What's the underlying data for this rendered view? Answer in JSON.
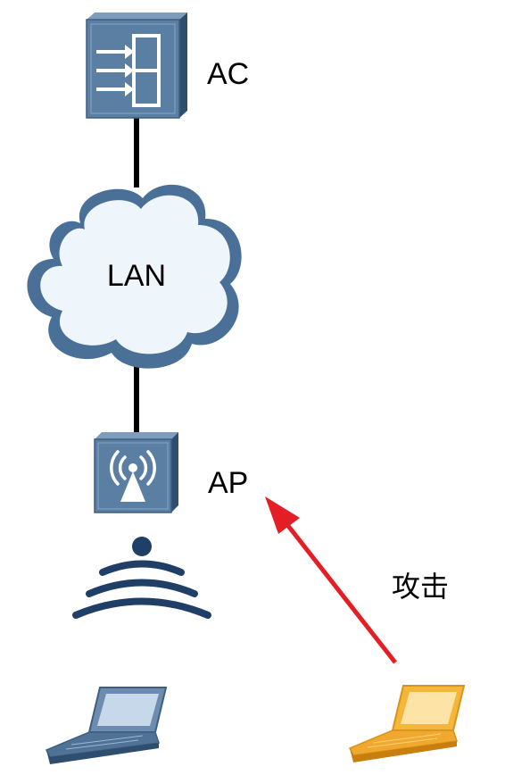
{
  "labels": {
    "ac": "AC",
    "lan": "LAN",
    "ap": "AP",
    "attack": "攻击"
  },
  "colors": {
    "device_face": "#5b7fa3",
    "device_side": "#3e5f82",
    "cloud_fill": "#eef5fb",
    "cloud_stroke": "#4a7097",
    "wave": "#1f3f66",
    "laptop_client": "#6d8db0",
    "laptop_attacker": "#f5b73a",
    "attack_arrow": "#e41e25",
    "link": "#000000"
  },
  "icons": [
    "access-controller-icon",
    "lan-cloud-icon",
    "access-point-icon",
    "wireless-signal-icon",
    "client-laptop-icon",
    "attacker-laptop-icon"
  ]
}
